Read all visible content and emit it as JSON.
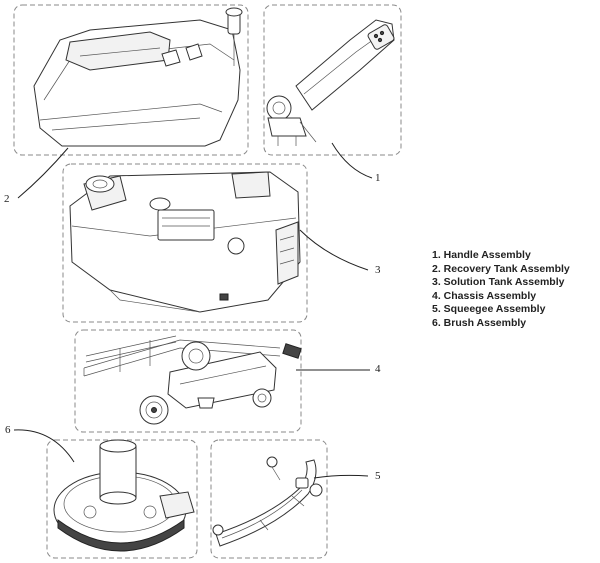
{
  "legend": [
    "1. Handle Assembly",
    "2. Recovery Tank Assembly",
    "3. Solution Tank Assembly",
    "4. Chassis Assembly",
    "5. Squeegee Assembly",
    "6. Brush Assembly"
  ],
  "callouts": {
    "handle": "1",
    "recovery_tank": "2",
    "solution_tank": "3",
    "chassis": "4",
    "squeegee": "5",
    "brush": "6"
  }
}
